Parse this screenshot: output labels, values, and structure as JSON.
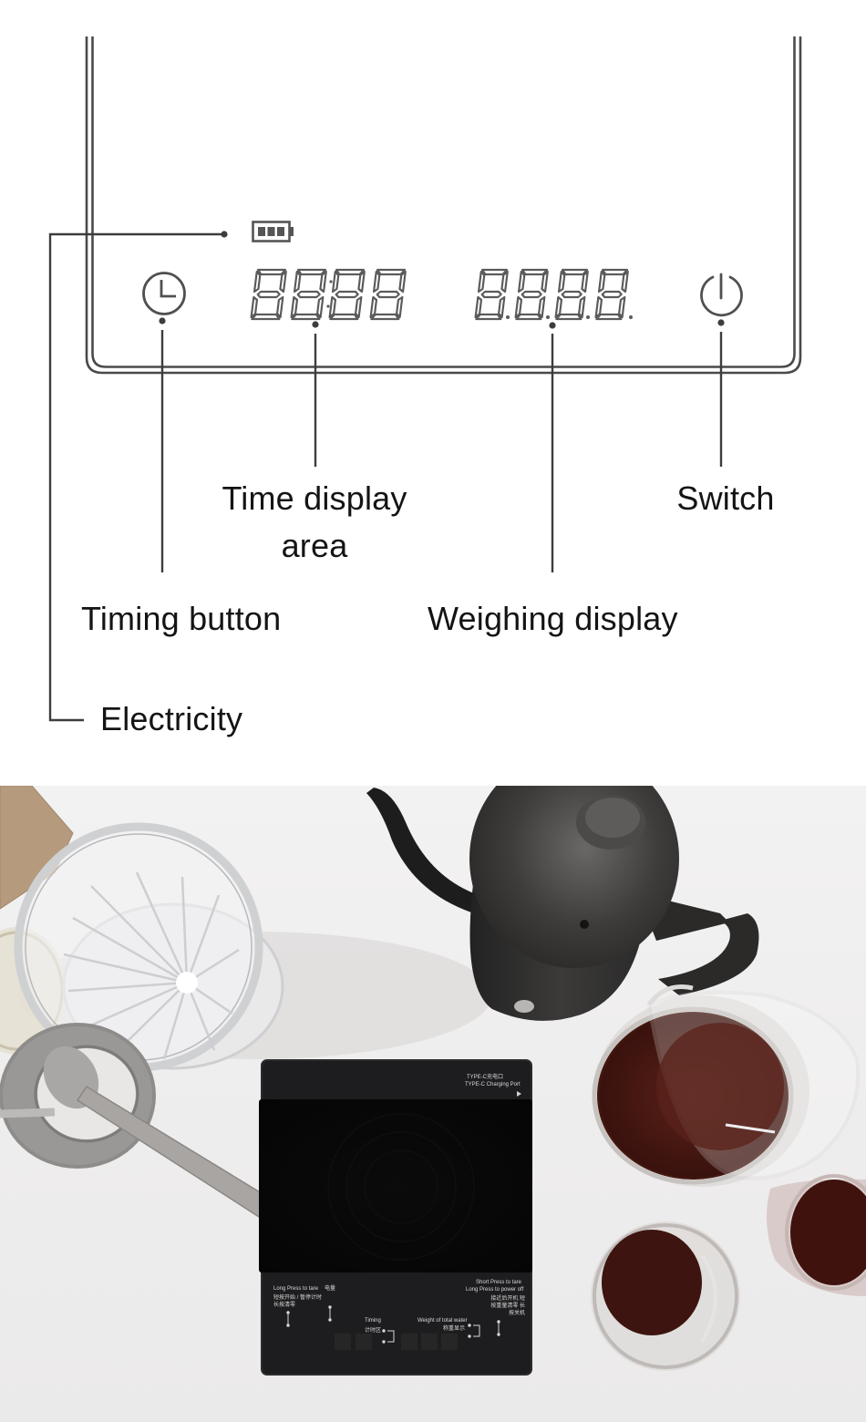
{
  "diagram": {
    "title": "Scale display panel diagram",
    "time_display_digits": "88:88",
    "weight_display_digits": "8.8.8.8.",
    "battery_bars": 3,
    "labels": {
      "time_display_line1": "Time display",
      "time_display_line2": "area",
      "switch": "Switch",
      "timing_button": "Timing button",
      "weighing_display": "Weighing display",
      "electricity": "Electricity"
    },
    "icons": {
      "timer": "clock-icon",
      "power": "power-icon",
      "battery": "battery-icon"
    },
    "colors": {
      "line": "#4a4a4a",
      "segment": "#5a5a5a",
      "text": "#141414",
      "background": "#ffffff"
    }
  },
  "photo": {
    "description": "Top-down photo of pour-over coffee setup with scale, kettle, dripper, carafe and cups",
    "scale": {
      "port_label_cn": "TYPE-C充电口",
      "port_label_en": "TYPE-C Charging Port",
      "left_hint_en": "Long Press to tare",
      "left_hint_cn": "短按开始 / 暂停计时 长按清零",
      "battery_cn": "电量",
      "timing_en": "Timing",
      "timing_cn": "计时区",
      "weight_en": "Weight of total water",
      "weight_cn": "称重显示",
      "right_hint_en1": "Short Press to tare",
      "right_hint_en2": "Long Press to power off",
      "right_hint_cn": "接近后开机 短按重量清零 长按关机"
    },
    "colors": {
      "table": "#efeeee",
      "scale_body": "#1b1b1d",
      "kettle": "#3a3938",
      "coffee": "#4a1e16"
    }
  }
}
